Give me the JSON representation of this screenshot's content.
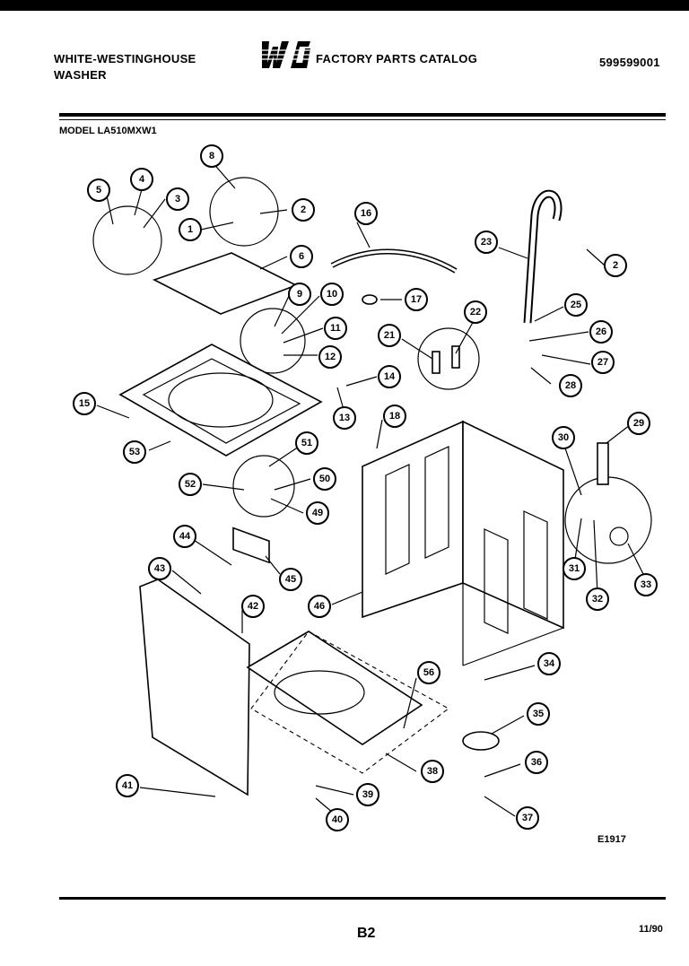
{
  "header": {
    "brand_line1": "WHITE-WESTINGHOUSE",
    "brand_line2": "WASHER",
    "logo_text": "WCI",
    "catalog_title": "FACTORY PARTS CATALOG",
    "catalog_number": "599599001"
  },
  "model_line": "MODEL LA510MXW1",
  "callouts": [
    "1",
    "2",
    "3",
    "4",
    "5",
    "6",
    "8",
    "9",
    "10",
    "11",
    "12",
    "13",
    "14",
    "15",
    "16",
    "17",
    "18",
    "21",
    "22",
    "23",
    "25",
    "26",
    "27",
    "28",
    "29",
    "30",
    "31",
    "32",
    "33",
    "34",
    "35",
    "36",
    "37",
    "38",
    "39",
    "40",
    "41",
    "42",
    "43",
    "44",
    "45",
    "46",
    "49",
    "50",
    "51",
    "52",
    "53",
    "56"
  ],
  "callout_extra": [
    "2"
  ],
  "drawing_code": "E1917",
  "page_number": "B2",
  "date_code": "11/90"
}
